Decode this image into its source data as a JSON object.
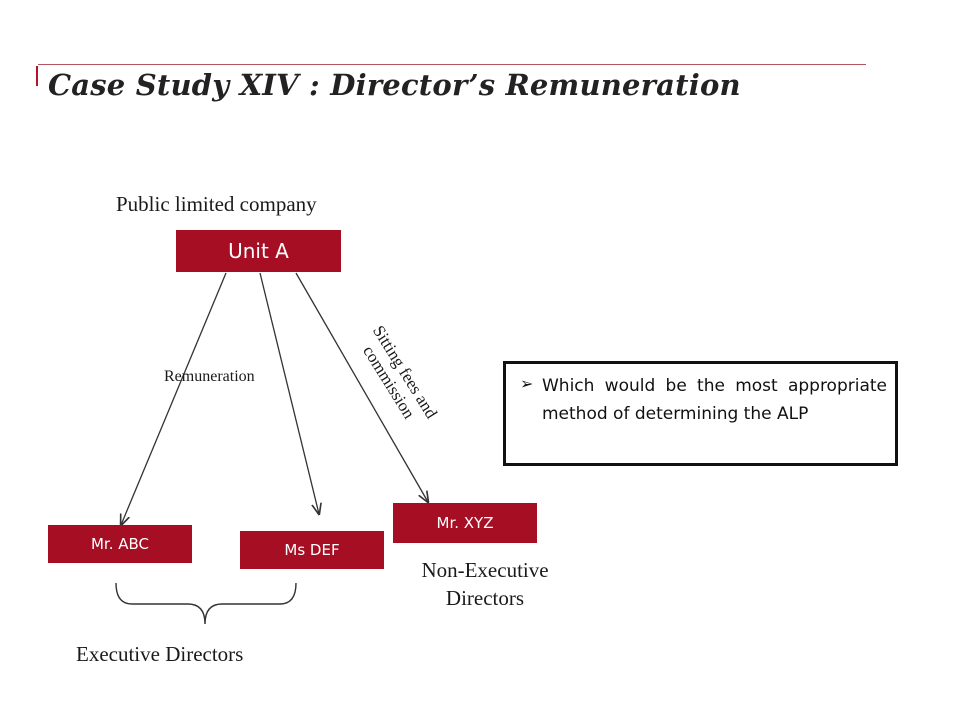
{
  "header": {
    "title": "Case Study XIV : Director’s Remuneration"
  },
  "diagram": {
    "company_label": "Public limited  company",
    "unit": "Unit A",
    "edge_remuneration": "Remuneration",
    "edge_sitting_line1": "Sitting fees and",
    "edge_sitting_line2": "commission",
    "directors": {
      "abc": "Mr. ABC",
      "def": "Ms DEF",
      "xyz": "Mr. XYZ"
    },
    "executive_label": "Executive Directors",
    "non_executive_line1": "Non-Executive",
    "non_executive_line2": "Directors"
  },
  "question": {
    "bullet": "➢",
    "text": "Which would be the most appropriate method of determining the ALP"
  },
  "colors": {
    "accent": "#a50e23",
    "rule": "#a5a5a5"
  }
}
